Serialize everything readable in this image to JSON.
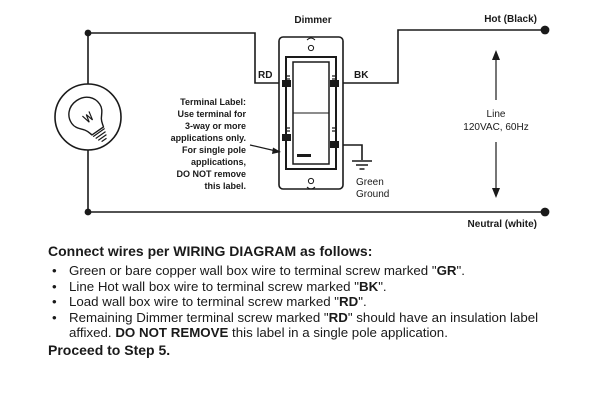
{
  "diagram": {
    "labels": {
      "dimmer": "Dimmer",
      "hot": "Hot (Black)",
      "rd": "RD",
      "bk": "BK",
      "line": "Line",
      "voltage": "120VAC, 60Hz",
      "green": "Green",
      "ground": "Ground",
      "neutral": "Neutral (white)"
    },
    "terminal_note": [
      "Terminal Label:",
      "Use terminal for",
      "3-way or more",
      "applications only.",
      "For single pole",
      "applications,",
      "DO NOT remove",
      "this label."
    ],
    "icons": [
      "light-bulb-icon",
      "ground-symbol-icon",
      "dimmer-switch-icon"
    ]
  },
  "instructions": {
    "heading": "Connect wires per WIRING DIAGRAM as follows:",
    "items": [
      [
        {
          "t": "Green or bare copper wall box wire to terminal screw marked \""
        },
        {
          "t": "GR",
          "b": true
        },
        {
          "t": "\"."
        }
      ],
      [
        {
          "t": "Line Hot wall box wire to terminal screw marked \""
        },
        {
          "t": "BK",
          "b": true
        },
        {
          "t": "\"."
        }
      ],
      [
        {
          "t": "Load wall box wire to terminal screw marked \""
        },
        {
          "t": "RD",
          "b": true
        },
        {
          "t": "\"."
        }
      ],
      [
        {
          "t": "Remaining Dimmer terminal screw marked \""
        },
        {
          "t": "RD",
          "b": true
        },
        {
          "t": "\" should have an insulation label affixed. "
        },
        {
          "t": "DO NOT REMOVE",
          "b": true
        },
        {
          "t": " this label in a single pole application."
        }
      ]
    ],
    "footer": "Proceed to Step 5."
  }
}
